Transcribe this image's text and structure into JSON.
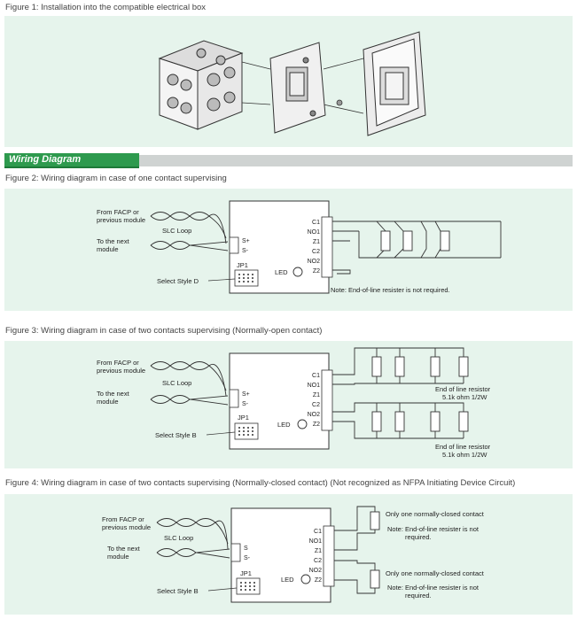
{
  "figure1": {
    "caption": "Figure 1: Installation into the compatible electrical box"
  },
  "section": {
    "title": "Wiring Diagram"
  },
  "figure2": {
    "caption": "Figure 2: Wiring diagram in case of one contact supervising",
    "labels": {
      "facp_line1": "From FACP or",
      "facp_line2": "previous module",
      "slc": "SLC Loop",
      "next_line1": "To the next",
      "next_line2": "module",
      "jp1": "JP1",
      "style": "Select Style D",
      "led": "LED"
    },
    "terminals": [
      "C1",
      "NO1",
      "Z1",
      "C2",
      "NO2",
      "Z2"
    ],
    "power_terminals": [
      "S+",
      "S-"
    ],
    "note": "Note: End-of-line resister is not required."
  },
  "figure3": {
    "caption": "Figure 3: Wiring diagram in case of two contacts supervising (Normally-open contact)",
    "labels": {
      "facp_line1": "From FACP or",
      "facp_line2": "previous module",
      "slc": "SLC Loop",
      "next_line1": "To the next",
      "next_line2": "module",
      "jp1": "JP1",
      "style": "Select Style B",
      "led": "LED"
    },
    "terminals": [
      "C1",
      "NO1",
      "Z1",
      "C2",
      "NO2",
      "Z2"
    ],
    "power_terminals": [
      "S+",
      "S-"
    ],
    "resistor1_line1": "End of line resistor",
    "resistor1_line2": "5.1k ohm 1/2W",
    "resistor2_line1": "End of line resistor",
    "resistor2_line2": "5.1k ohm 1/2W"
  },
  "figure4": {
    "caption": "Figure 4: Wiring diagram in case of two contacts supervising (Normally-closed contact) (Not recognized as NFPA Initiating Device Circuit)",
    "labels": {
      "facp_line1": "From FACP or",
      "facp_line2": "previous module",
      "slc": "SLC Loop",
      "next_line1": "To the next",
      "next_line2": "module",
      "jp1": "JP1",
      "style": "Select Style B",
      "led": "LED"
    },
    "terminals": [
      "C1",
      "NO1",
      "Z1",
      "C2",
      "NO2",
      "Z2"
    ],
    "power_terminals": [
      "S",
      "S-"
    ],
    "contact1": "Only one normally-closed contact",
    "note1_line1": "Note: End-of-line resister is not",
    "note1_line2": "required.",
    "contact2": "Only one normally-closed contact",
    "note2_line1": "Note: End-of-line resister is not",
    "note2_line2": "required."
  }
}
